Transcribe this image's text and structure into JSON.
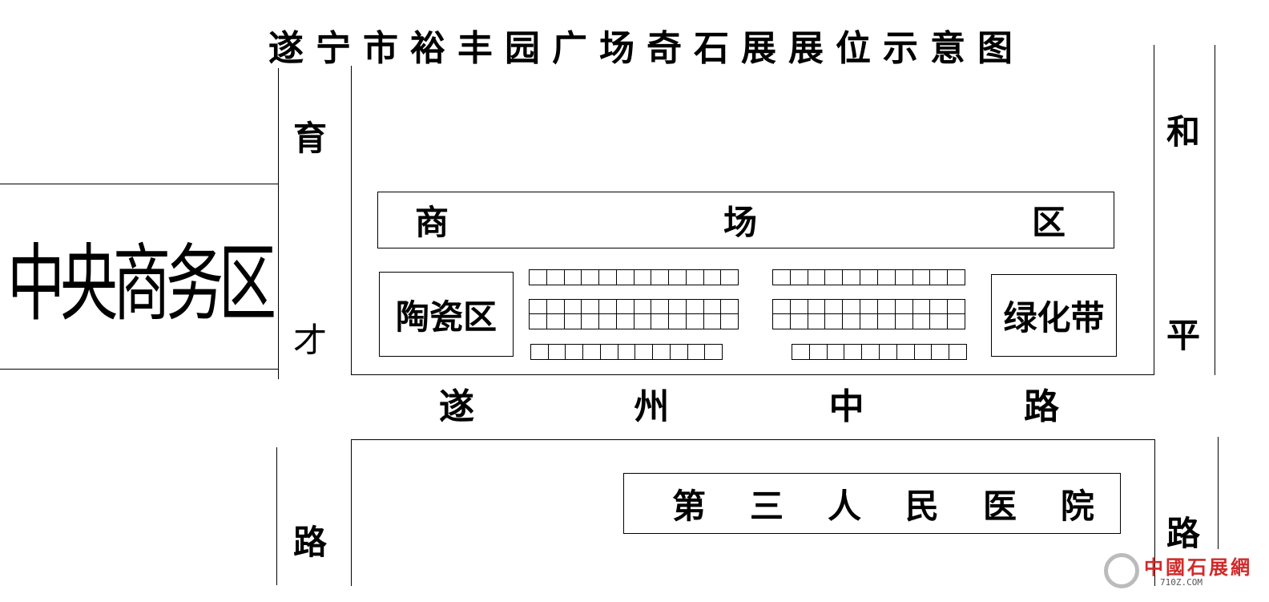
{
  "title": "遂宁市裕丰园广场奇石展展位示意图",
  "central_district": "中央商务区",
  "left_road": {
    "chars": [
      "育",
      "才",
      "路"
    ]
  },
  "right_road": {
    "chars": [
      "和",
      "平",
      "路"
    ]
  },
  "middle_road": {
    "chars": [
      "遂",
      "州",
      "中",
      "路"
    ]
  },
  "mall_area": {
    "chars": [
      "商",
      "场",
      "区"
    ]
  },
  "ceramics_zone": "陶瓷区",
  "green_belt": "绿化带",
  "hospital": {
    "chars": [
      "第",
      "三",
      "人",
      "民",
      "医",
      "院"
    ]
  },
  "booth_rows": [
    {
      "name": "left-top-row",
      "count": 12
    },
    {
      "name": "left-middle-row-upper",
      "count": 12
    },
    {
      "name": "left-middle-row-lower",
      "count": 12
    },
    {
      "name": "left-bottom-row",
      "count": 11
    },
    {
      "name": "right-top-row",
      "count": 11
    },
    {
      "name": "right-middle-row-upper",
      "count": 11
    },
    {
      "name": "right-middle-row-lower",
      "count": 11
    },
    {
      "name": "right-bottom-row",
      "count": 10
    }
  ],
  "watermark": {
    "text": "中國石展網",
    "url": "710Z.COM",
    "color": "#d12a2a",
    "icon": "seal-logo"
  }
}
